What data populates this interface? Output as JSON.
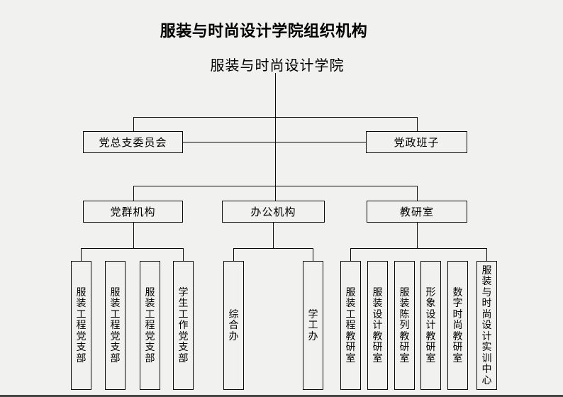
{
  "title": "服装与时尚设计学院组织机构",
  "org": {
    "root": "服装与时尚设计学院",
    "level2": {
      "party_committee": "党总支委员会",
      "party_admin_team": "党政班子"
    },
    "level3": {
      "party_mass": {
        "label": "党群机构",
        "children": [
          "服装工程党支部",
          "服装工程党支部",
          "服装工程党支部",
          "学生工作党支部"
        ]
      },
      "office": {
        "label": "办公机构",
        "children": [
          "综合办",
          "学工办"
        ]
      },
      "teaching": {
        "label": "教研室",
        "children": [
          "服装工程教研室",
          "服装设计教研室",
          "服装陈列教研室",
          "形象设计教研室",
          "数字时尚教研室",
          "服装与时尚设计实训中心"
        ]
      }
    }
  },
  "colors": {
    "background": "#f1f1ef",
    "line": "#0a0a0a",
    "text": "#000000",
    "bottom_edge": "#454545"
  }
}
